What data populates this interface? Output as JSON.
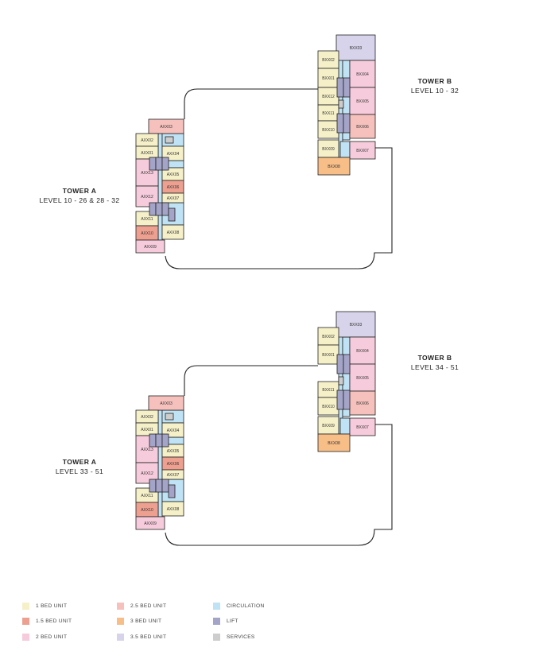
{
  "colors": {
    "one_bed": "#f5f0c8",
    "one_five_bed": "#eea090",
    "two_bed": "#f6cbdb",
    "two_five_bed": "#f6c1bd",
    "three_bed": "#f7be88",
    "three_five_bed": "#d6d3ea",
    "circulation": "#bfe2f4",
    "lift": "#a4a4c8",
    "services": "#cdcdcd"
  },
  "plans": [
    {
      "tower_a": {
        "title": "TOWER A",
        "level": "LEVEL 10 - 26 & 28 - 32"
      },
      "tower_b": {
        "title": "TOWER B",
        "level": "LEVEL 10 - 32"
      },
      "units_a": {
        "axx01": "AXX01",
        "axx02": "AXX02",
        "axx03": "AXX03",
        "axx04": "AXX04",
        "axx05": "AXX05",
        "axx06": "AXX06",
        "axx07": "AXX07",
        "axx08": "AXX08",
        "axx09": "AXX09",
        "axx10": "AXX10",
        "axx11": "AXX11",
        "axx12": "AXX12",
        "axx13": "AXX13"
      },
      "units_b": {
        "bxx01": "BXX01",
        "bxx02": "BXX02",
        "bxx03": "BXX03",
        "bxx04": "BXX04",
        "bxx05": "BXX05",
        "bxx06": "BXX06",
        "bxx07": "BXX07",
        "bxx08": "BXX08",
        "bxx09": "BXX09",
        "bxx10": "BXX10",
        "bxx11": "BXX11",
        "bxx12": "BXX12"
      }
    },
    {
      "tower_a": {
        "title": "TOWER A",
        "level": "LEVEL 33 - 51"
      },
      "tower_b": {
        "title": "TOWER B",
        "level": "LEVEL 34 - 51"
      },
      "units_a": {
        "axx01": "AXX01",
        "axx02": "AXX02",
        "axx03": "AXX03",
        "axx04": "AXX04",
        "axx05": "AXX05",
        "axx06": "AXX06",
        "axx07": "AXX07",
        "axx08": "AXX08",
        "axx09": "AXX09",
        "axx10": "AXX10",
        "axx11": "AXX11",
        "axx12": "AXX12",
        "axx13": "AXX13"
      },
      "units_b": {
        "bxx01": "BXX01",
        "bxx02": "BXX02",
        "bxx03": "BXX03",
        "bxx04": "BXX04",
        "bxx05": "BXX05",
        "bxx06": "BXX06",
        "bxx07": "BXX07",
        "bxx08": "BXX08",
        "bxx09": "BXX09",
        "bxx10": "BXX10",
        "bxx11": "BXX11"
      }
    }
  ],
  "legend": [
    {
      "label": "1 BED UNIT",
      "color_key": "one_bed"
    },
    {
      "label": "1.5 BED UNIT",
      "color_key": "one_five_bed"
    },
    {
      "label": "2 BED UNIT",
      "color_key": "two_bed"
    },
    {
      "label": "2.5 BED UNIT",
      "color_key": "two_five_bed"
    },
    {
      "label": "3 BED UNIT",
      "color_key": "three_bed"
    },
    {
      "label": "3.5 BED UNIT",
      "color_key": "three_five_bed"
    },
    {
      "label": "CIRCULATION",
      "color_key": "circulation"
    },
    {
      "label": "LIFT",
      "color_key": "lift"
    },
    {
      "label": "SERVICES",
      "color_key": "services"
    }
  ]
}
